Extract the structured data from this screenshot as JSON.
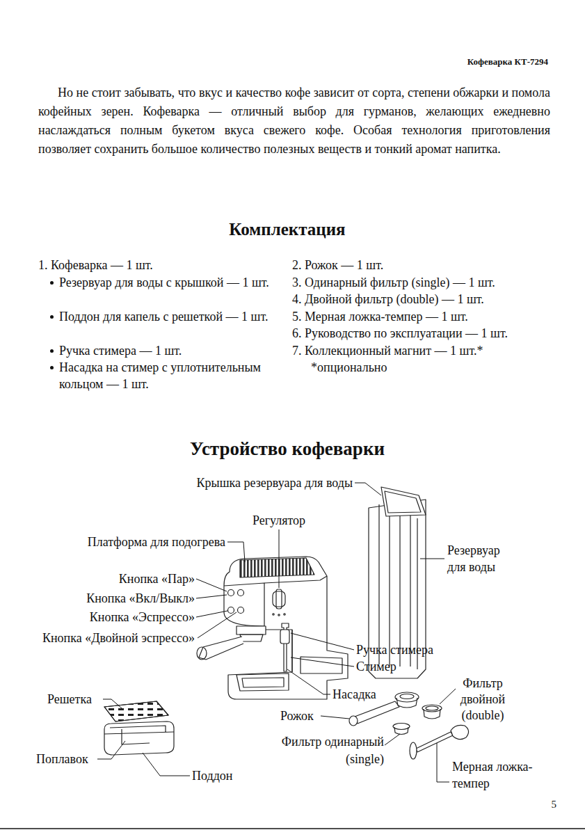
{
  "diagram": {
    "title": "Устройство кофеварки",
    "labels": [
      "Кофеварка КТ-7294",
      "Но не стоит забывать, что вкус и качество кофе зависит от сорта, степени обжарки и помола кофейных зерен. Кофеварка — отличный выбор для гурманов, желающих ежедневно наслаждаться полным букетом вкуса свежего кофе. Особая технология приготовления позволяет сохранить большое количество полезных веществ и тонкий аромат напитка.",
      "Комплектация",
      "1. Кофеварка — 1 шт.",
      "Резервуар для воды с крышкой — 1 шт.",
      "Поддон для капель с решеткой — 1 шт.",
      "Ручка стимера — 1 шт.",
      "Насадка на стимер с уплотнительным кольцом — 1 шт.",
      "2. Рожок — 1 шт.",
      "3. Одинарный фильтр (single) — 1 шт.",
      "4. Двойной фильтр (double) — 1 шт.",
      "5. Мерная ложка-темпер — 1 шт.",
      "6. Руководство по эксплуатации — 1 шт.",
      "7. Коллекционный магнит — 1 шт.*",
      "*опционально",
      "Крышка резервуара для воды",
      "Регулятор",
      "Платформа для подогрева",
      "Резервуар для воды",
      "Кнопка «Пар»",
      "Кнопка «Вкл/Выкл»",
      "Кнопка «Эспрессо»",
      "Кнопка «Двойной эспрессо»",
      "Ручка стимера",
      "Стимер",
      "Фильтр двойной (double)",
      "Решетка",
      "Насадка",
      "Рожок",
      "Фильтр одинарный (single)",
      "Поплавок",
      "Поддон",
      "Мерная ложка-темпер",
      "5"
    ]
  }
}
